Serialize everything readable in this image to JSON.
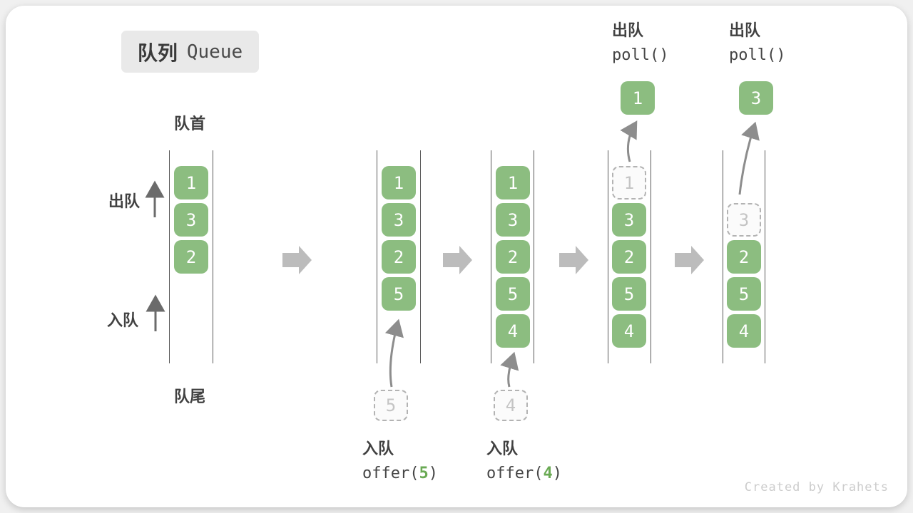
{
  "title": {
    "zh": "队列",
    "en": "Queue"
  },
  "labels": {
    "front": "队首",
    "rear": "队尾",
    "dequeue_side": "出队",
    "enqueue_side": "入队"
  },
  "ops": {
    "enqueue1": {
      "label": "入队",
      "code_pre": "offer(",
      "arg": "5",
      "code_post": ")"
    },
    "enqueue2": {
      "label": "入队",
      "code_pre": "offer(",
      "arg": "4",
      "code_post": ")"
    },
    "dequeue1": {
      "label": "出队",
      "code": "poll()"
    },
    "dequeue2": {
      "label": "出队",
      "code": "poll()"
    }
  },
  "stages": [
    {
      "cells": [
        "1",
        "3",
        "2"
      ]
    },
    {
      "cells": [
        "1",
        "3",
        "2",
        "5"
      ],
      "staged": "5"
    },
    {
      "cells": [
        "1",
        "3",
        "2",
        "5",
        "4"
      ],
      "staged": "4"
    },
    {
      "cells": [
        "3",
        "2",
        "5",
        "4"
      ],
      "ghost": "1",
      "result": "1"
    },
    {
      "cells": [
        "2",
        "5",
        "4"
      ],
      "ghost": "3",
      "result": "3"
    }
  ],
  "colors": {
    "cell_green": "#8cbd80",
    "arg_green": "#6aaa54",
    "line_gray": "#5a5a5a",
    "block_arrow_gray": "#bcbcbc",
    "ghost_gray": "#c4c4c4"
  },
  "watermark": "Created by Krahets"
}
